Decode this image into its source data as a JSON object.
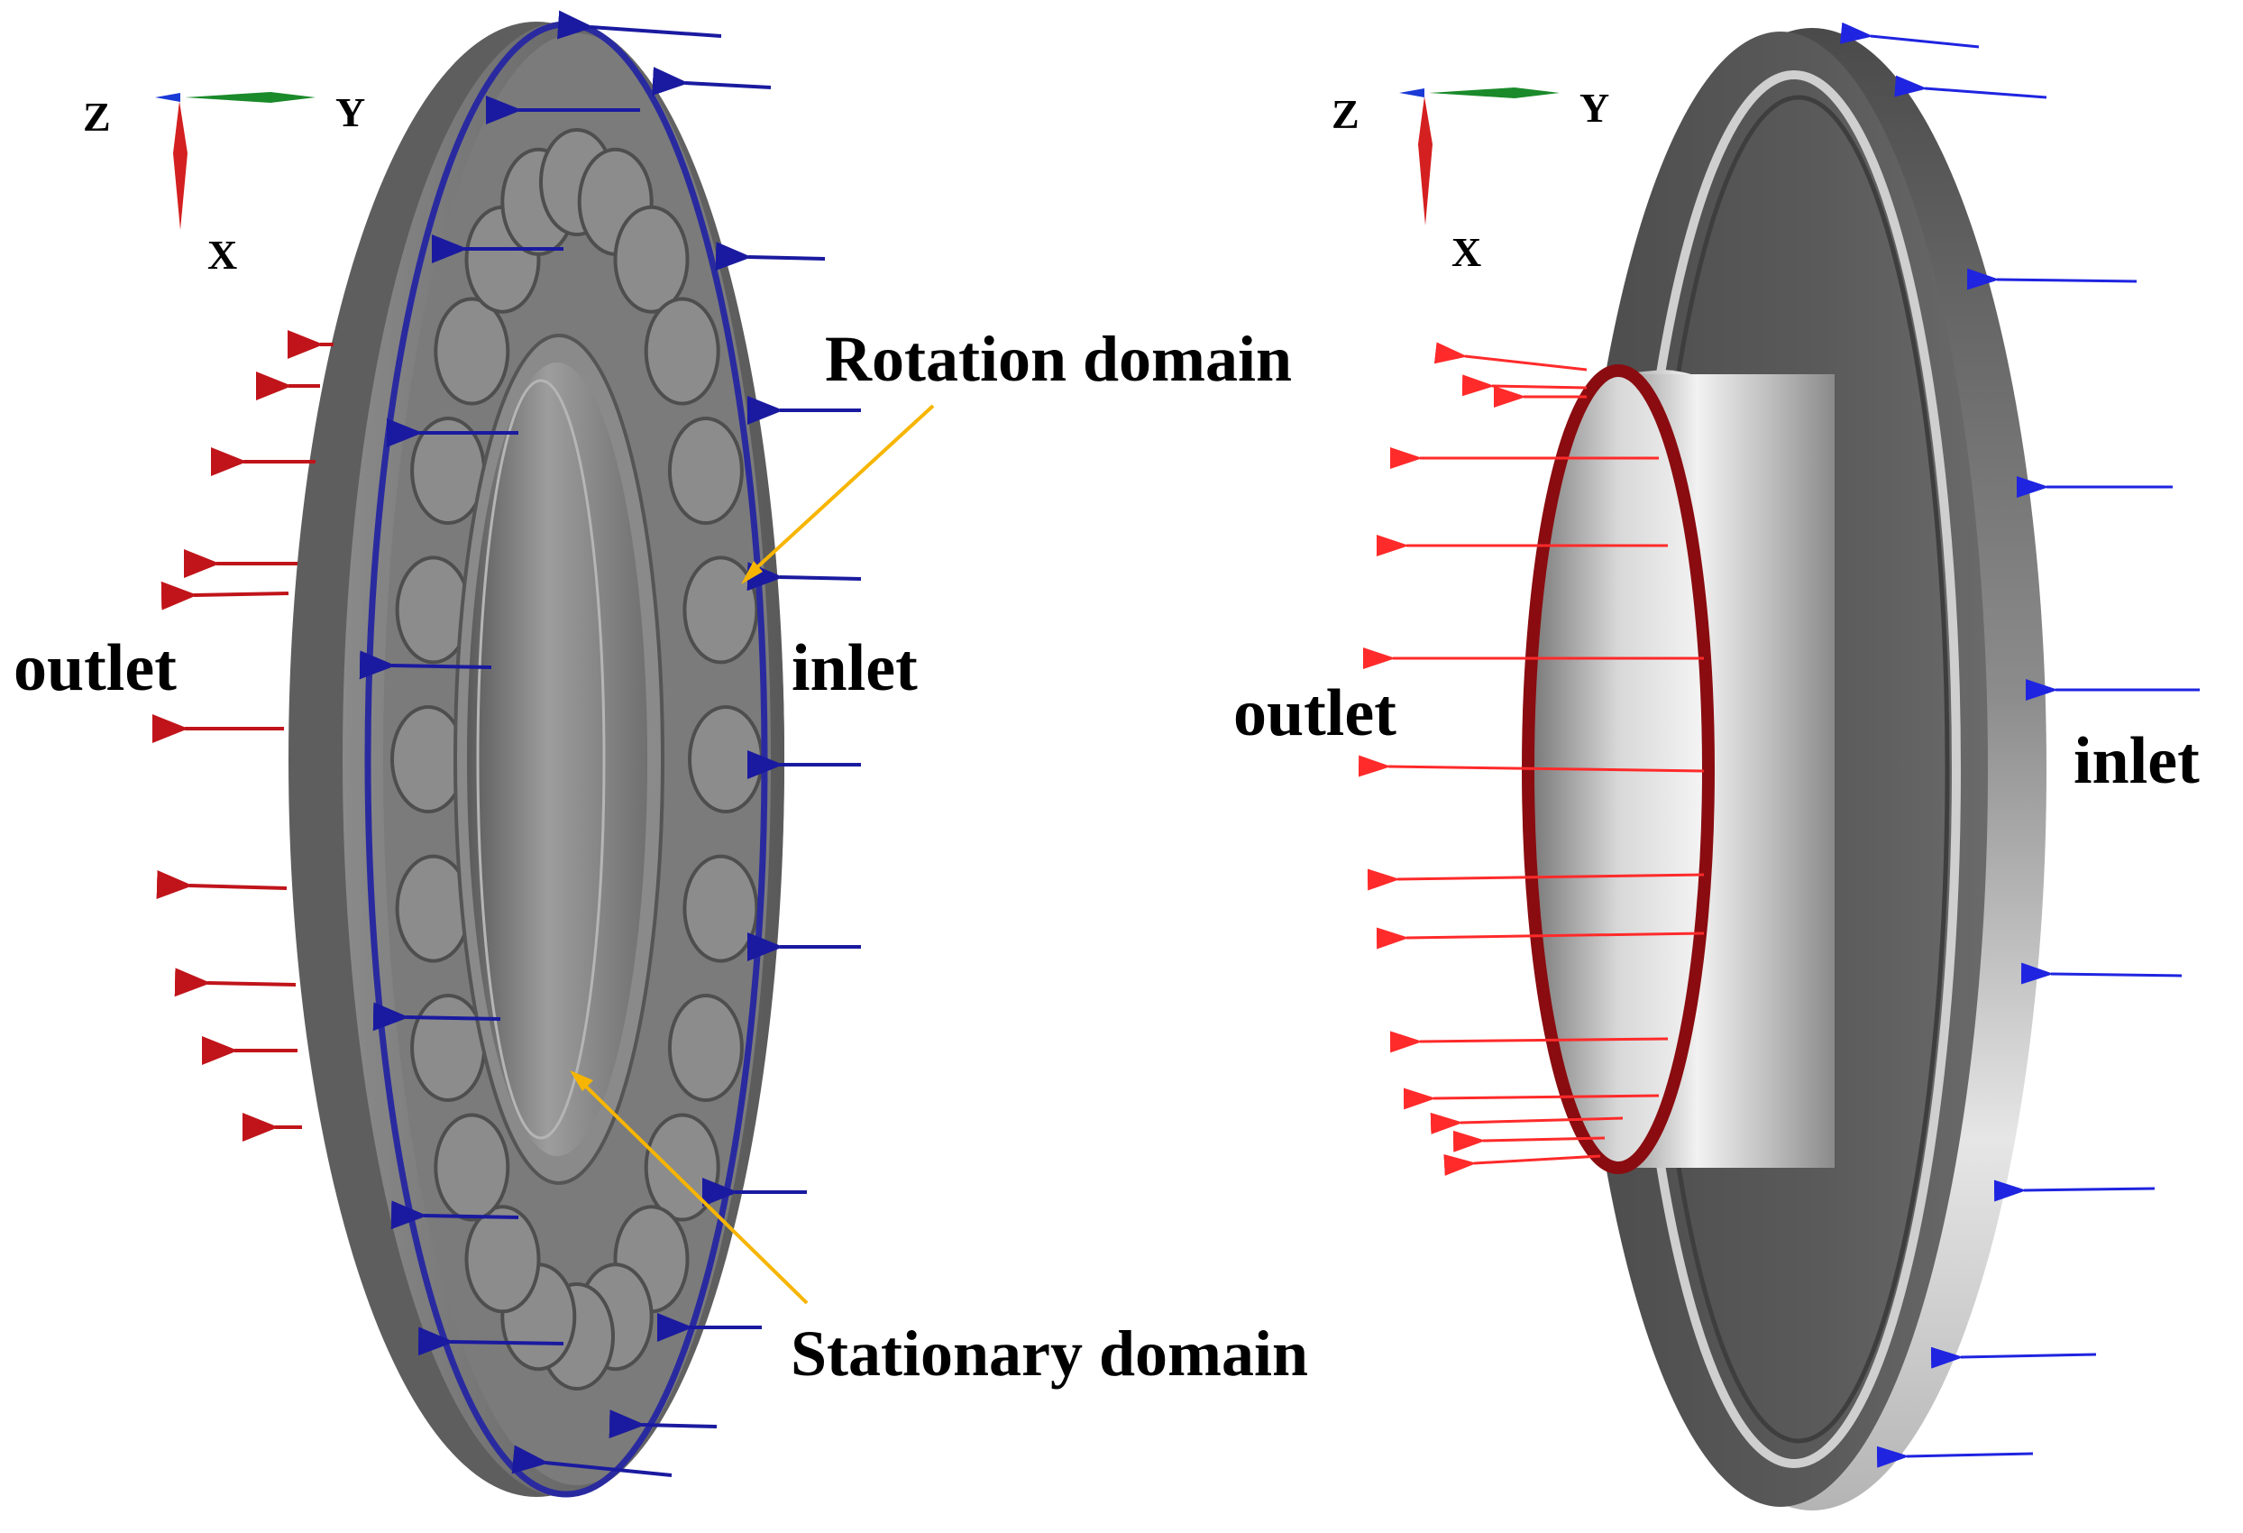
{
  "labels": {
    "left_outlet": "outlet",
    "left_inlet": "inlet",
    "right_outlet": "outlet",
    "right_inlet": "inlet",
    "rotation_domain": "Rotation domain",
    "stationary_domain": "Stationary domain"
  },
  "axis_triad": {
    "z": "Z",
    "y": "Y",
    "x": "X"
  },
  "colors": {
    "inlet_arrow_left": "#1a1aa0",
    "inlet_arrow_right": "#1f24e0",
    "outlet_arrow_left": "#c0141a",
    "outlet_arrow_right": "#ff2a2a",
    "callout_line": "#f7b500",
    "body_gray": "#6e6e6e",
    "axis_x": "#d42020",
    "axis_y": "#1a8a2a",
    "axis_z": "#1a3ad6"
  }
}
